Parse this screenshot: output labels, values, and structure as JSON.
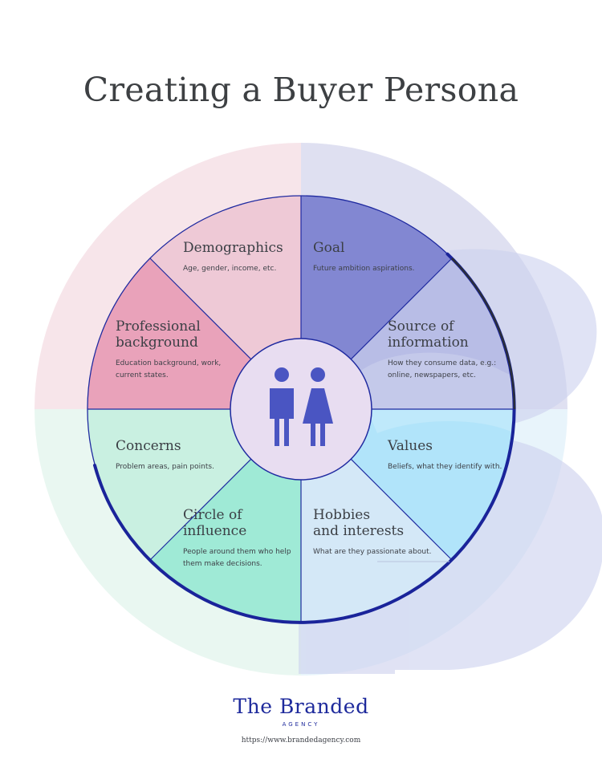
{
  "title": "Creating a Buyer Persona",
  "segments": {
    "demographics": {
      "title": "Demographics",
      "desc": "Age, gender, income, etc."
    },
    "goal": {
      "title": "Goal",
      "desc": "Future ambition aspirations."
    },
    "professional": {
      "title": "Professional\nbackground",
      "desc": "Education background, work,\ncurrent states."
    },
    "source": {
      "title": "Source of\ninformation",
      "desc": "How they consume data, e.g.:\nonline, newspapers, etc."
    },
    "concerns": {
      "title": "Concerns",
      "desc": "Problem areas, pain points."
    },
    "values": {
      "title": "Values",
      "desc": "Beliefs, what they identify with."
    },
    "circle": {
      "title": "Circle of\ninfluence",
      "desc": "People around them who help\nthem make decisions."
    },
    "hobbies": {
      "title": "Hobbies\nand interests",
      "desc": "What are they passionate about."
    }
  },
  "center_icon": "people-icon",
  "brand": {
    "name": "The Branded",
    "sub": "AGENCY",
    "url": "https://www.brandedagency.com"
  },
  "colors": {
    "demographics": "#eec9d6",
    "goal": "#8287d2",
    "professional": "#e9a2ba",
    "source": "#b8bde6",
    "concerns": "#c9f0e1",
    "values": "#b1e4fa",
    "circle": "#9fead6",
    "hobbies": "#d4e8f7",
    "outline": "#1f2aa0",
    "icon": "#4a55c2"
  }
}
